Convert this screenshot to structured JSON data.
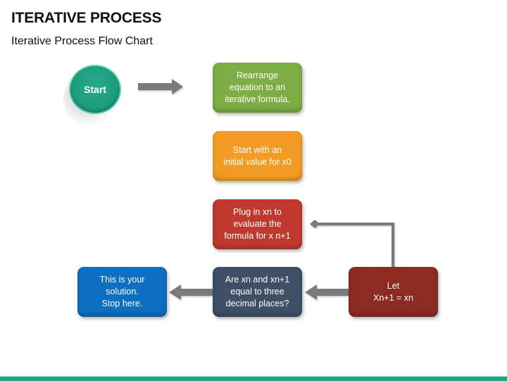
{
  "slide": {
    "title": "ITERATIVE PROCESS",
    "subtitle": "Iterative Process Flow Chart"
  },
  "flow": {
    "start": {
      "label": "Start",
      "color": "#1f9e80"
    },
    "steps": [
      {
        "id": "rearrange",
        "text": "Rearrange\nequation to an\niterative formula.",
        "color": "#7fad45"
      },
      {
        "id": "initial",
        "text": "Start with an\ninitial value for x0",
        "color": "#f29c26"
      },
      {
        "id": "plug",
        "text": "Plug in xn to\nevaluate the\nformula for x n+1",
        "color": "#c0392f"
      },
      {
        "id": "compare",
        "text": "Are xn and xn+1\nequal to three\ndecimal places?",
        "color": "#3e4f66"
      },
      {
        "id": "solution",
        "text": "This is your\nsolution.\nStop here.",
        "color": "#0d6fc0"
      },
      {
        "id": "let",
        "text": "Let\nXn+1 = xn",
        "color": "#8d2a22"
      }
    ],
    "connector_color": "#7a7a7a"
  },
  "theme": {
    "accent_bar": "#21a285"
  }
}
